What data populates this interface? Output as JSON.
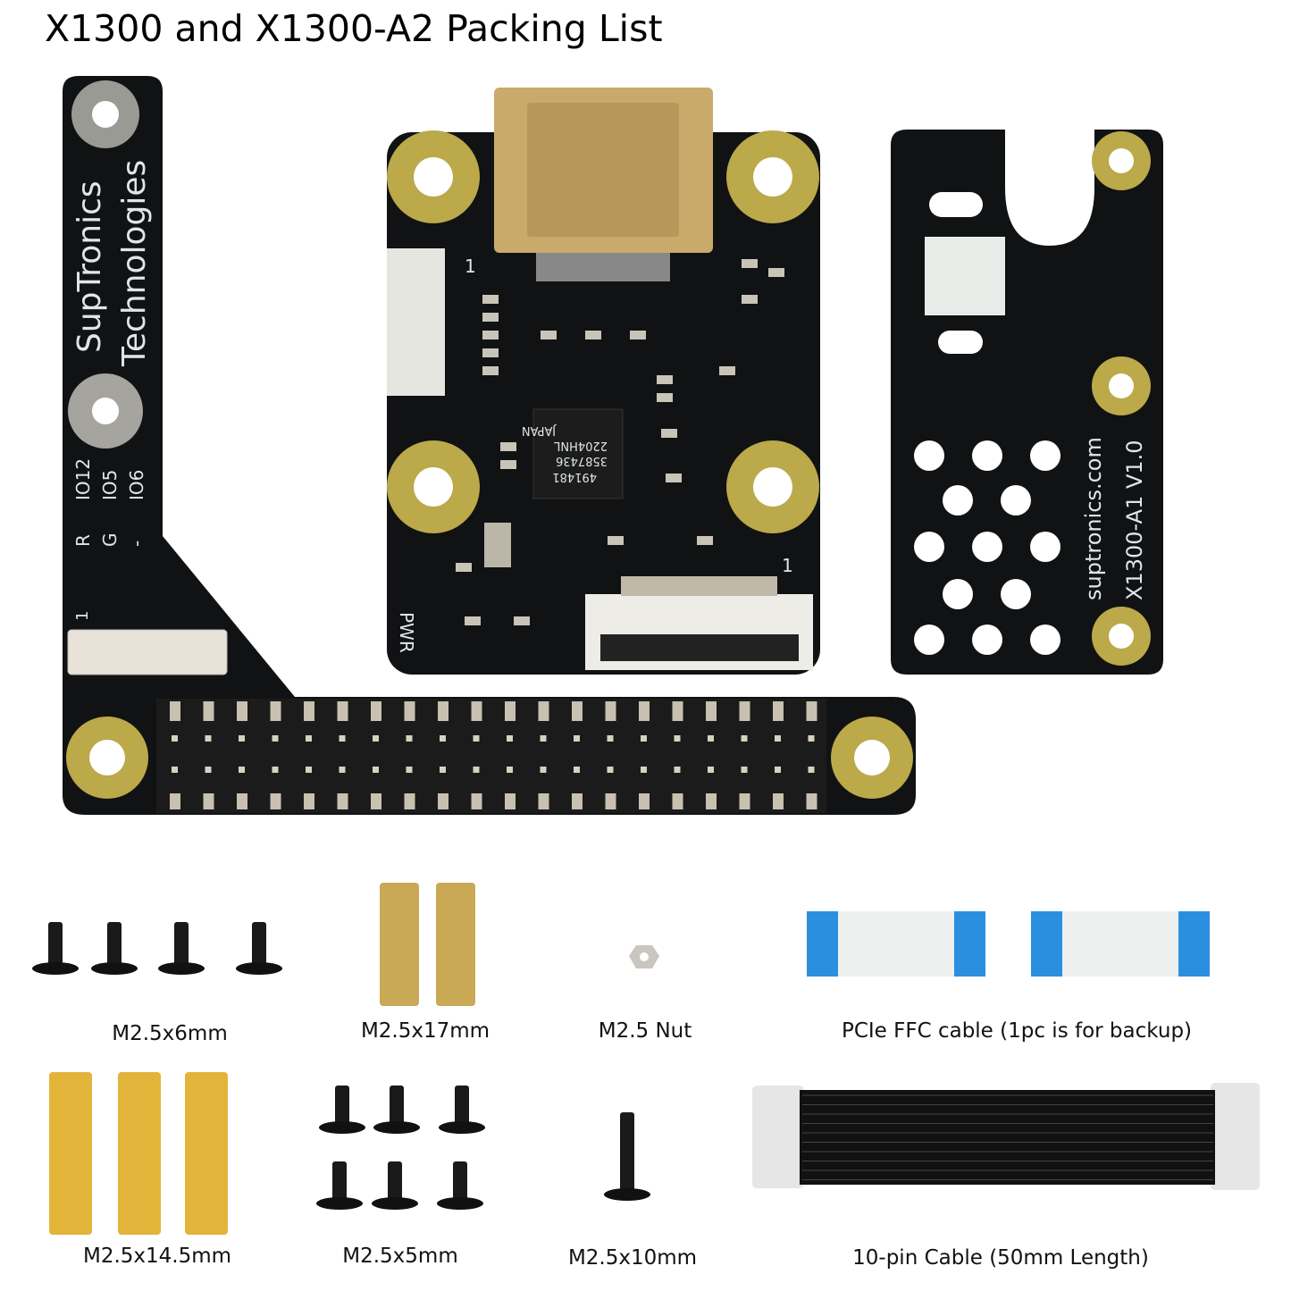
{
  "title": "X1300 and X1300-A2 Packing List",
  "boards": {
    "l_board": {
      "brand_line1": "SupTronics",
      "brand_line2": "Technologies",
      "pins": [
        "IO12",
        "IO5",
        "IO6"
      ],
      "pin_marks": [
        "R",
        "G",
        "-"
      ],
      "pin1": "1"
    },
    "main_board": {
      "pwr": "PWR",
      "pin1_top": "1",
      "pin1_bottom": "1",
      "chip_text": [
        "JAPAN",
        "2204HNL",
        "3587436",
        "491481"
      ]
    },
    "a1_board": {
      "website": "suptronics.com",
      "model": "X1300-A1 V1.0"
    }
  },
  "items": [
    {
      "label": "M2.5x6mm",
      "count": 4
    },
    {
      "label": "M2.5x17mm",
      "count": 2
    },
    {
      "label": "M2.5 Nut",
      "count": 1
    },
    {
      "label": "PCIe FFC cable (1pc is for backup)",
      "count": 2
    },
    {
      "label": "M2.5x14.5mm",
      "count": 3
    },
    {
      "label": "M2.5x5mm",
      "count": 6
    },
    {
      "label": "M2.5x10mm",
      "count": 1
    },
    {
      "label": "10-pin Cable (50mm Length)",
      "count": 1
    }
  ],
  "colors": {
    "pcb": "#111213",
    "pad": "#bba94a",
    "brass": "#d9b24a",
    "ffc_blue": "#2b8fe0",
    "silk": "#dfe6ea"
  }
}
